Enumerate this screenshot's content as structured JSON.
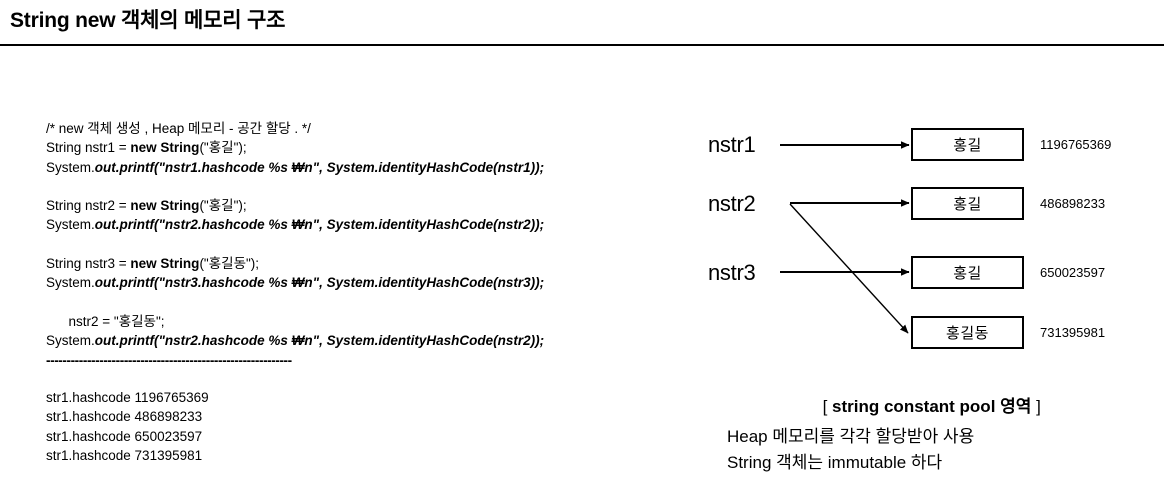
{
  "header": {
    "title": "String new 객체의 메모리 구조"
  },
  "code": {
    "lines": [
      {
        "type": "plain",
        "text": "/* new 객체 생성 , Heap 메모리 - 공간 할당 . */"
      },
      {
        "type": "decl",
        "prefix": "String nstr1 = ",
        "keyword": "new String",
        "suffix": "(\"홍길\");"
      },
      {
        "type": "print",
        "prefix": "System.",
        "emph": "out.printf(\"nstr1.hashcode %s ₩n\", System.identityHashCode(nstr1));"
      },
      {
        "type": "blank",
        "text": ""
      },
      {
        "type": "decl",
        "prefix": "String nstr2 = ",
        "keyword": "new String",
        "suffix": "(\"홍길\");"
      },
      {
        "type": "print",
        "prefix": "System.",
        "emph": "out.printf(\"nstr2.hashcode %s ₩n\", System.identityHashCode(nstr2));"
      },
      {
        "type": "blank",
        "text": ""
      },
      {
        "type": "decl",
        "prefix": "String nstr3 = ",
        "keyword": "new String",
        "suffix": "(\"홍길동\");"
      },
      {
        "type": "print",
        "prefix": "System.",
        "emph": "out.printf(\"nstr3.hashcode %s ₩n\", System.identityHashCode(nstr3));"
      },
      {
        "type": "blank",
        "text": ""
      },
      {
        "type": "plain",
        "text": "      nstr2 = \"홍길동\";"
      },
      {
        "type": "print",
        "prefix": "System.",
        "emph": "out.printf(\"nstr2.hashcode %s ₩n\", System.identityHashCode(nstr2));"
      }
    ],
    "separator": "------------------------------------------------------------"
  },
  "console": {
    "lines": [
      "str1.hashcode 1196765369",
      "str1.hashcode 486898233",
      "str1.hashcode 650023597",
      "str1.hashcode 731395981"
    ]
  },
  "diagram": {
    "variables": [
      {
        "name": "nstr1",
        "label": "nstr1"
      },
      {
        "name": "nstr2",
        "label": "nstr2"
      },
      {
        "name": "nstr3",
        "label": "nstr3"
      }
    ],
    "boxes": [
      {
        "value": "홍길",
        "hash": "1196765369"
      },
      {
        "value": "홍길",
        "hash": "486898233"
      },
      {
        "value": "홍길",
        "hash": "650023597"
      },
      {
        "value": "홍길동",
        "hash": "731395981"
      }
    ],
    "pool_caption": {
      "open_bracket": "[ ",
      "strong": "string constant pool 영역",
      "close_bracket": " ]"
    },
    "notes": [
      "Heap 메모리를 각각 할당받아 사용",
      "String 객체는 immutable 하다"
    ]
  },
  "colors": {
    "ink": "#000000",
    "background": "#ffffff"
  }
}
